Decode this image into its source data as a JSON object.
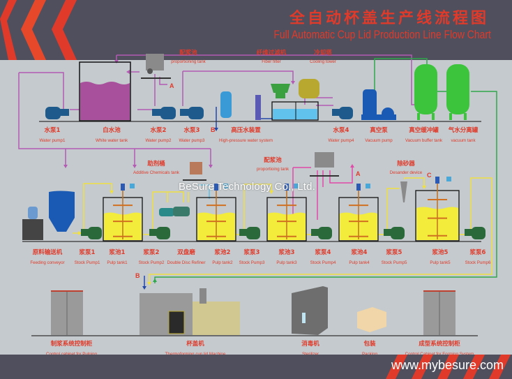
{
  "header": {
    "title_cn": "全自动杯盖生产线流程图",
    "title_en": "Full Automatic Cup Lid Production Line Flow Chart"
  },
  "watermark": "BeSure Technology Co., Ltd.",
  "footer": {
    "website": "www.mybesure.com"
  },
  "colors": {
    "header_bg": "#4f4f5e",
    "canvas_bg": "#c4cacd",
    "accent_red": "#e03a2a",
    "white_water_line": "#b45ab4",
    "pulp_line": "#f0e040",
    "vacuum_line": "#2ea84a",
    "high_pressure_line": "#2448a8",
    "white_water_fill": "#a9509c",
    "pulp_fill": "#f3ec3a",
    "clear_water_fill": "#62c2ee"
  },
  "markers": {
    "A": "A",
    "B": "B",
    "C": "C"
  },
  "row1": [
    {
      "cn": "水泵1",
      "en": "Water pump1"
    },
    {
      "cn": "白水池",
      "en": "White water tank"
    },
    {
      "cn": "水泵2",
      "en": "Water pump2"
    },
    {
      "cn": "水泵3",
      "en": "Water pump3"
    },
    {
      "cn": "高压水装置",
      "en": "High-pressure water system"
    },
    {
      "cn": "水泵4",
      "en": "Water pump4"
    },
    {
      "cn": "真空泵",
      "en": "Vacuum pump"
    },
    {
      "cn": "真空缓冲罐",
      "en": "Vacuum buffer tank"
    },
    {
      "cn": "气水分离罐",
      "en": "vacuum tank"
    }
  ],
  "row1_top": [
    {
      "cn": "配浆池",
      "en": "proportioning tank"
    },
    {
      "cn": "纤维过滤机",
      "en": "Fiber filter"
    },
    {
      "cn": "冷却塔",
      "en": "Cooling tower"
    }
  ],
  "row2": [
    {
      "cn": "原料输送机",
      "en": "Feeding conveyor"
    },
    {
      "cn": "浆泵1",
      "en": "Stock Pump1"
    },
    {
      "cn": "浆池1",
      "en": "Pulp tank1"
    },
    {
      "cn": "浆泵2",
      "en": "Stock Pump2"
    },
    {
      "cn": "双盘磨",
      "en": "Double Disc Refiner"
    },
    {
      "cn": "浆池2",
      "en": "Pulp tank2"
    },
    {
      "cn": "浆泵3",
      "en": "Stock Pump3"
    },
    {
      "cn": "浆池3",
      "en": "Pulp tank3"
    },
    {
      "cn": "浆泵4",
      "en": "Stock Pump4"
    },
    {
      "cn": "浆池4",
      "en": "Pulp tank4"
    },
    {
      "cn": "浆泵5",
      "en": "Stock Pump5"
    },
    {
      "cn": "浆池5",
      "en": "Pulp tank5"
    },
    {
      "cn": "浆泵6",
      "en": "Stock Pump6"
    }
  ],
  "row2_top": [
    {
      "cn": "助剂桶",
      "en": "Additive Chemicals tank"
    },
    {
      "cn": "配浆池",
      "en": "proportioing tank"
    },
    {
      "cn": "除砂器",
      "en": "Desander device"
    }
  ],
  "row3": [
    {
      "cn": "制浆系统控制柜",
      "en": "Control cabinet for Pulping"
    },
    {
      "cn": "杯盖机",
      "en": "Thermoforming cup lid Machine"
    },
    {
      "cn": "消毒机",
      "en": "Sterilizer"
    },
    {
      "cn": "包装",
      "en": "Packing"
    },
    {
      "cn": "成型系统控制柜",
      "en": "Control Cabinet for Forming System"
    }
  ]
}
